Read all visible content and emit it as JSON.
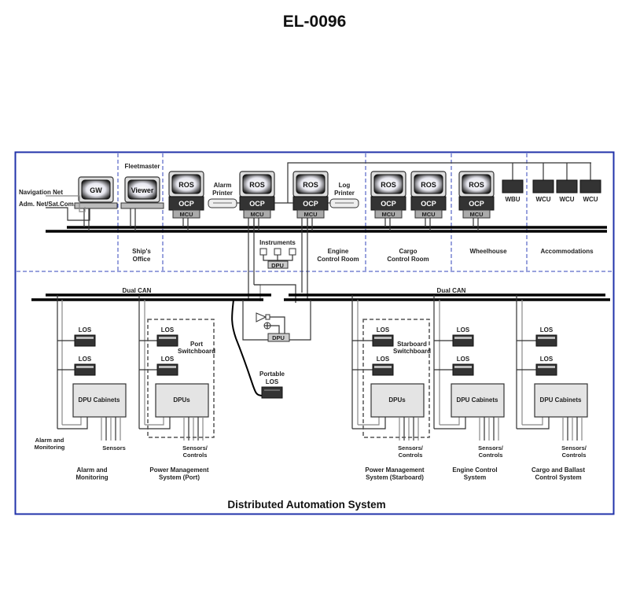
{
  "header": {
    "doc_id": "EL-0096"
  },
  "diagram": {
    "title": "Distributed Automation System",
    "frame_color": "#2233aa",
    "divider_color": "#3344bb",
    "top_zones": [
      {
        "name": "left",
        "label": ""
      },
      {
        "name": "ships-office",
        "label_lines": [
          "Ship's",
          "Office"
        ],
        "header": "Fleetmaster"
      },
      {
        "name": "engine-control-room",
        "label_lines": [
          "Engine",
          "Control Room"
        ]
      },
      {
        "name": "cargo-control-room",
        "label_lines": [
          "Cargo",
          "Control Room"
        ]
      },
      {
        "name": "wheelhouse",
        "label_lines": [
          "Wheelhouse"
        ]
      },
      {
        "name": "accommodations",
        "label_lines": [
          "Accommodations"
        ]
      }
    ],
    "external_nets": [
      "Navigation Net",
      "Adm. Net/Sat.Com."
    ],
    "workstations": {
      "gw": "GW",
      "viewer": "Viewer",
      "ros": "ROS",
      "ocp": "OCP",
      "mcu": "MCU"
    },
    "printers": {
      "alarm": [
        "Alarm",
        "Printer"
      ],
      "log": [
        "Log",
        "Printer"
      ]
    },
    "wbu": "WBU",
    "wcu": "WCU",
    "instruments": "Instruments",
    "dpu": "DPU",
    "dual_can": "Dual CAN",
    "los": "LOS",
    "portable_los": [
      "Portable",
      "LOS"
    ],
    "port_switchboard": [
      "Port",
      "Switchboard"
    ],
    "starboard_switchboard": [
      "Starboard",
      "Switchboard"
    ],
    "dpu_cabinets": "DPU Cabinets",
    "dpus": "DPUs",
    "alarm_monitoring_small": [
      "Alarm and",
      "Monitoring"
    ],
    "sensors": "Sensors",
    "sensors_controls": [
      "Sensors/",
      "Controls"
    ],
    "subsystems": [
      {
        "label_lines": [
          "Alarm and",
          "Monitoring"
        ]
      },
      {
        "label_lines": [
          "Power Management",
          "System (Port)"
        ]
      },
      {
        "label_lines": [
          "Power Management",
          "System (Starboard)"
        ]
      },
      {
        "label_lines": [
          "Engine Control",
          "System"
        ]
      },
      {
        "label_lines": [
          "Cargo and Ballast",
          "Control System"
        ]
      }
    ]
  }
}
